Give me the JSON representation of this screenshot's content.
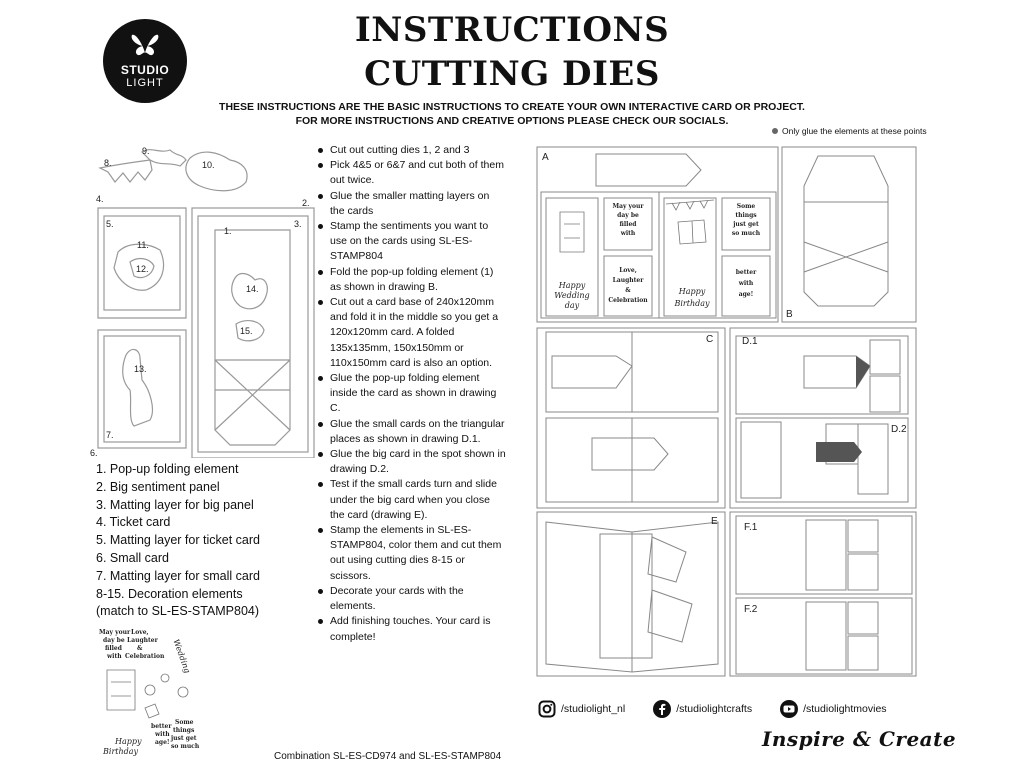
{
  "brand": {
    "line1": "STUDIO",
    "line2": "LIGHT"
  },
  "title": {
    "line1": "INSTRUCTIONS",
    "line2": "CUTTING DIES"
  },
  "subtitle": {
    "line1": "THESE INSTRUCTIONS ARE THE BASIC INSTRUCTIONS TO CREATE YOUR OWN INTERACTIVE CARD OR PROJECT.",
    "line2": "FOR MORE INSTRUCTIONS AND CREATIVE OPTIONS PLEASE CHECK OUR SOCIALS."
  },
  "glue_note": "Only glue the elements at these points",
  "die_numbers": [
    "1.",
    "2.",
    "3.",
    "4.",
    "5.",
    "6.",
    "7.",
    "8.",
    "9.",
    "10.",
    "11.",
    "12.",
    "13.",
    "14.",
    "15."
  ],
  "parts": [
    "1. Pop-up folding element",
    "2. Big sentiment panel",
    "3. Matting layer for big panel",
    "4. Ticket card",
    "5. Matting layer for ticket card",
    "6. Small card",
    "7. Matting layer for small card",
    "8-15. Decoration elements",
    "(match to SL-ES-STAMP804)"
  ],
  "steps": [
    "Cut out cutting dies 1, 2 and 3",
    "Pick 4&5 or 6&7 and cut both of them out twice.",
    "Glue the smaller matting layers on the cards",
    "Stamp the sentiments you want to use on the cards using SL-ES-STAMP804",
    "Fold the pop-up folding element (1) as shown in drawing B.",
    "Cut out a card base of 240x120mm and fold it in the middle so you get a 120x120mm card. A folded 135x135mm, 150x150mm or 110x150mm card is also an option.",
    "Glue the pop-up folding element inside the card as shown in drawing C.",
    "Glue the small cards on the triangular places as shown in drawing D.1.",
    "Glue the big card in the spot shown in drawing D.2.",
    "Test if the small cards turn and slide under the big card when you close the card (drawing E).",
    "Stamp the elements in SL-ES-STAMP804, color them and cut them out using cutting dies 8-15 or scissors.",
    "Decorate your cards with the elements.",
    "Add finishing touches. Your card is complete!"
  ],
  "combination_note": "Combination SL-ES-CD974 and SL-ES-STAMP804",
  "panel_labels": {
    "a": "A",
    "b": "B",
    "c": "C",
    "d1": "D.1",
    "d2": "D.2",
    "e": "E",
    "f1": "F.1",
    "f2": "F.2"
  },
  "sentiments": {
    "may_your_day": [
      "May your",
      "day be",
      "filled",
      "with"
    ],
    "love_laughter": [
      "Love,",
      "Laughter",
      "&",
      "Celebration"
    ],
    "some_things": [
      "Some",
      "things",
      "just get",
      "so much"
    ],
    "better_with_age": [
      "better",
      "with",
      "age!"
    ],
    "happy_wedding": [
      "Happy",
      "Wedding",
      "day"
    ],
    "happy_birthday": [
      "Happy",
      "Birthday"
    ]
  },
  "socials": [
    {
      "icon": "instagram-icon",
      "handle": "/studiolight_nl"
    },
    {
      "icon": "facebook-icon",
      "handle": "/studiolightcrafts"
    },
    {
      "icon": "youtube-icon",
      "handle": "/studiolightmovies"
    }
  ],
  "tagline": "Inspire & Create"
}
